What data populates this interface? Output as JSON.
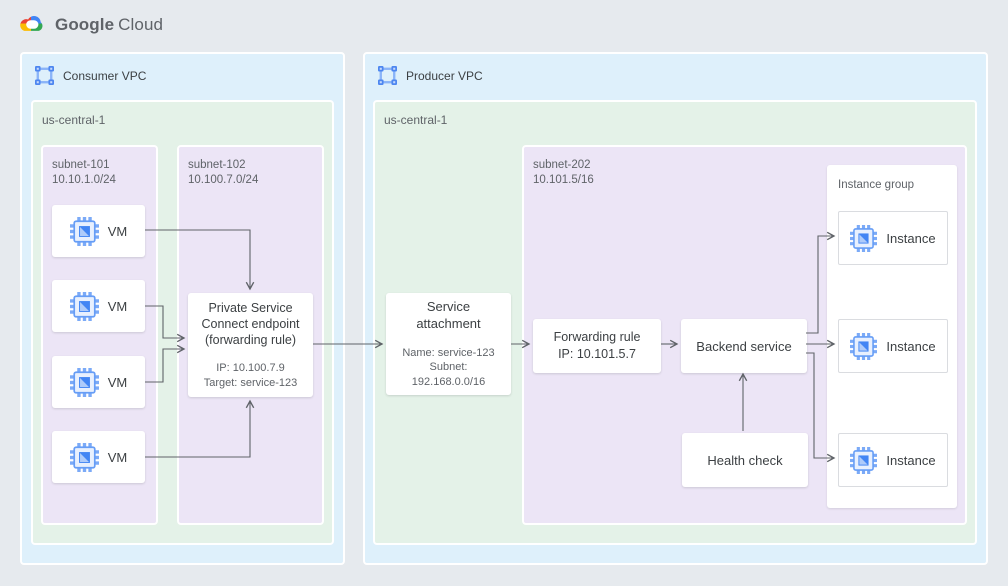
{
  "brand": {
    "primary": "Google",
    "secondary": "Cloud"
  },
  "icons": {
    "logo": "google-cloud-logo",
    "vpc": "vpc-network-icon",
    "vm": "compute-engine-icon",
    "instance": "compute-engine-icon"
  },
  "colors": {
    "page_bg": "#e6eaee",
    "vpc_bg": "#def0fb",
    "region_bg": "#e4f2e8",
    "subnet_bg": "#ece5f6",
    "node_bg": "#ffffff",
    "arrow": "#5f6368",
    "icon_blue": "#4285f4",
    "icon_blue_light": "#7baaf7",
    "logo_red": "#ea4335",
    "logo_yellow": "#fbbc05",
    "logo_green": "#34a853",
    "logo_blue": "#4285f4"
  },
  "consumer_vpc": {
    "label": "Consumer VPC",
    "region": {
      "label": "us-central-1",
      "subnet_101": {
        "name": "subnet-101",
        "cidr": "10.10.1.0/24",
        "vms": [
          "VM",
          "VM",
          "VM",
          "VM"
        ]
      },
      "subnet_102": {
        "name": "subnet-102",
        "cidr": "10.100.7.0/24",
        "psc_endpoint": {
          "title": "Private Service Connect endpoint (forwarding rule)",
          "ip": "IP: 10.100.7.9",
          "target": "Target: service-123"
        }
      }
    }
  },
  "producer_vpc": {
    "label": "Producer VPC",
    "region": {
      "label": "us-central-1",
      "service_attachment": {
        "title": "Service attachment",
        "name": "Name: service-123",
        "subnet": "Subnet: 192.168.0.0/16"
      },
      "subnet_202": {
        "name": "subnet-202",
        "cidr": "10.101.5/16",
        "forwarding_rule": {
          "line1": "Forwarding rule",
          "line2": "IP: 10.101.5.7"
        },
        "backend_service": {
          "label": "Backend service"
        },
        "health_check": {
          "label": "Health check"
        },
        "instance_group": {
          "label": "Instance group",
          "instances": [
            "Instance",
            "Instance",
            "Instance"
          ]
        }
      }
    }
  }
}
